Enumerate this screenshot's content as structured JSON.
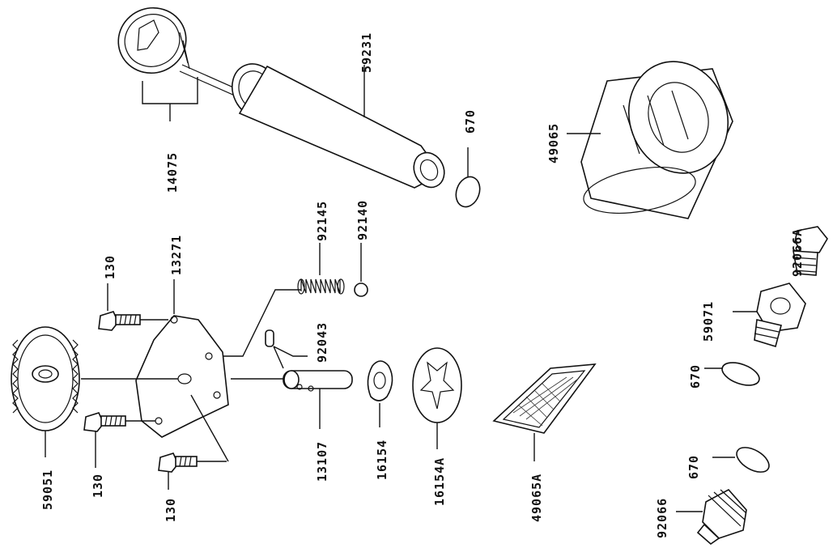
{
  "labels": {
    "p14075": "14075",
    "p59231": "59231",
    "p670_top": "670",
    "p49065": "49065",
    "p92145": "92145",
    "p92140": "92140",
    "p13271": "13271",
    "p130_a": "130",
    "p130_b": "130",
    "p130_c": "130",
    "p92043": "92043",
    "p59051": "59051",
    "p13107": "13107",
    "p16154": "16154",
    "p16154A": "16154A",
    "p49065A": "49065A",
    "p92066A": "92066A",
    "p59071": "59071",
    "p670_mid": "670",
    "p670_low": "670",
    "p92066": "92066"
  }
}
